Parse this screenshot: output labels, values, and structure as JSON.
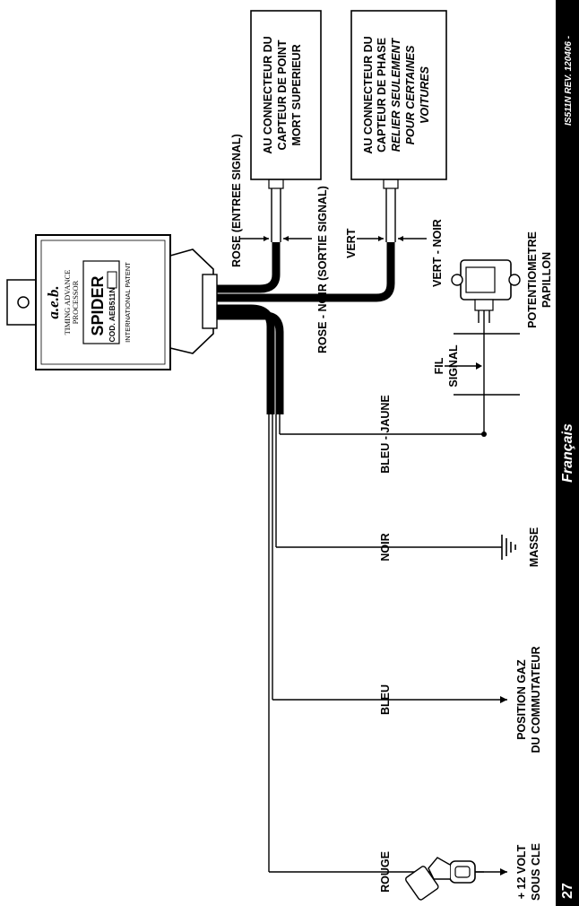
{
  "footer": {
    "page_number": "27",
    "language": "Français",
    "doc_ref": "IS511N REV. 120406 -"
  },
  "device": {
    "logo": "a.e.b.",
    "line1": "TIMING ADVANCE",
    "line2": "PROCESSOR",
    "name": "SPIDER",
    "code": "COD. AEB511N",
    "patent": "INTERNATIONAL PATENT"
  },
  "connectors": {
    "tdc": {
      "lines": [
        "AU CONNECTEUR DU",
        "CAPTEUR DE POINT",
        "MORT SUPERIEUR"
      ]
    },
    "phase": {
      "lines": [
        "AU CONNECTEUR DU",
        "CAPTEUR DE PHASE"
      ],
      "italic_lines": [
        "RELIER SEULEMENT",
        "POUR CERTAINES",
        "VOITURES"
      ]
    }
  },
  "wires": {
    "rose": "ROSE (ENTREE SIGNAL)",
    "rose_noir": "ROSE - NOIR (SORTIE SIGNAL)",
    "vert": "VERT",
    "vert_noir": "VERT - NOIR",
    "bleu_jaune": "BLEU - JAUNE",
    "noir": "NOIR",
    "bleu": "BLEU",
    "rouge": "ROUGE"
  },
  "destinations": {
    "potentiometre": [
      "POTENTIOMETRE",
      "PAPILLON"
    ],
    "fil_signal": [
      "FIL",
      "SIGNAL"
    ],
    "masse": "MASSE",
    "position_gaz": [
      "POSITION GAZ",
      "DU COMMUTATEUR"
    ],
    "plus12": [
      "+ 12 VOLT",
      "SOUS CLE"
    ]
  }
}
